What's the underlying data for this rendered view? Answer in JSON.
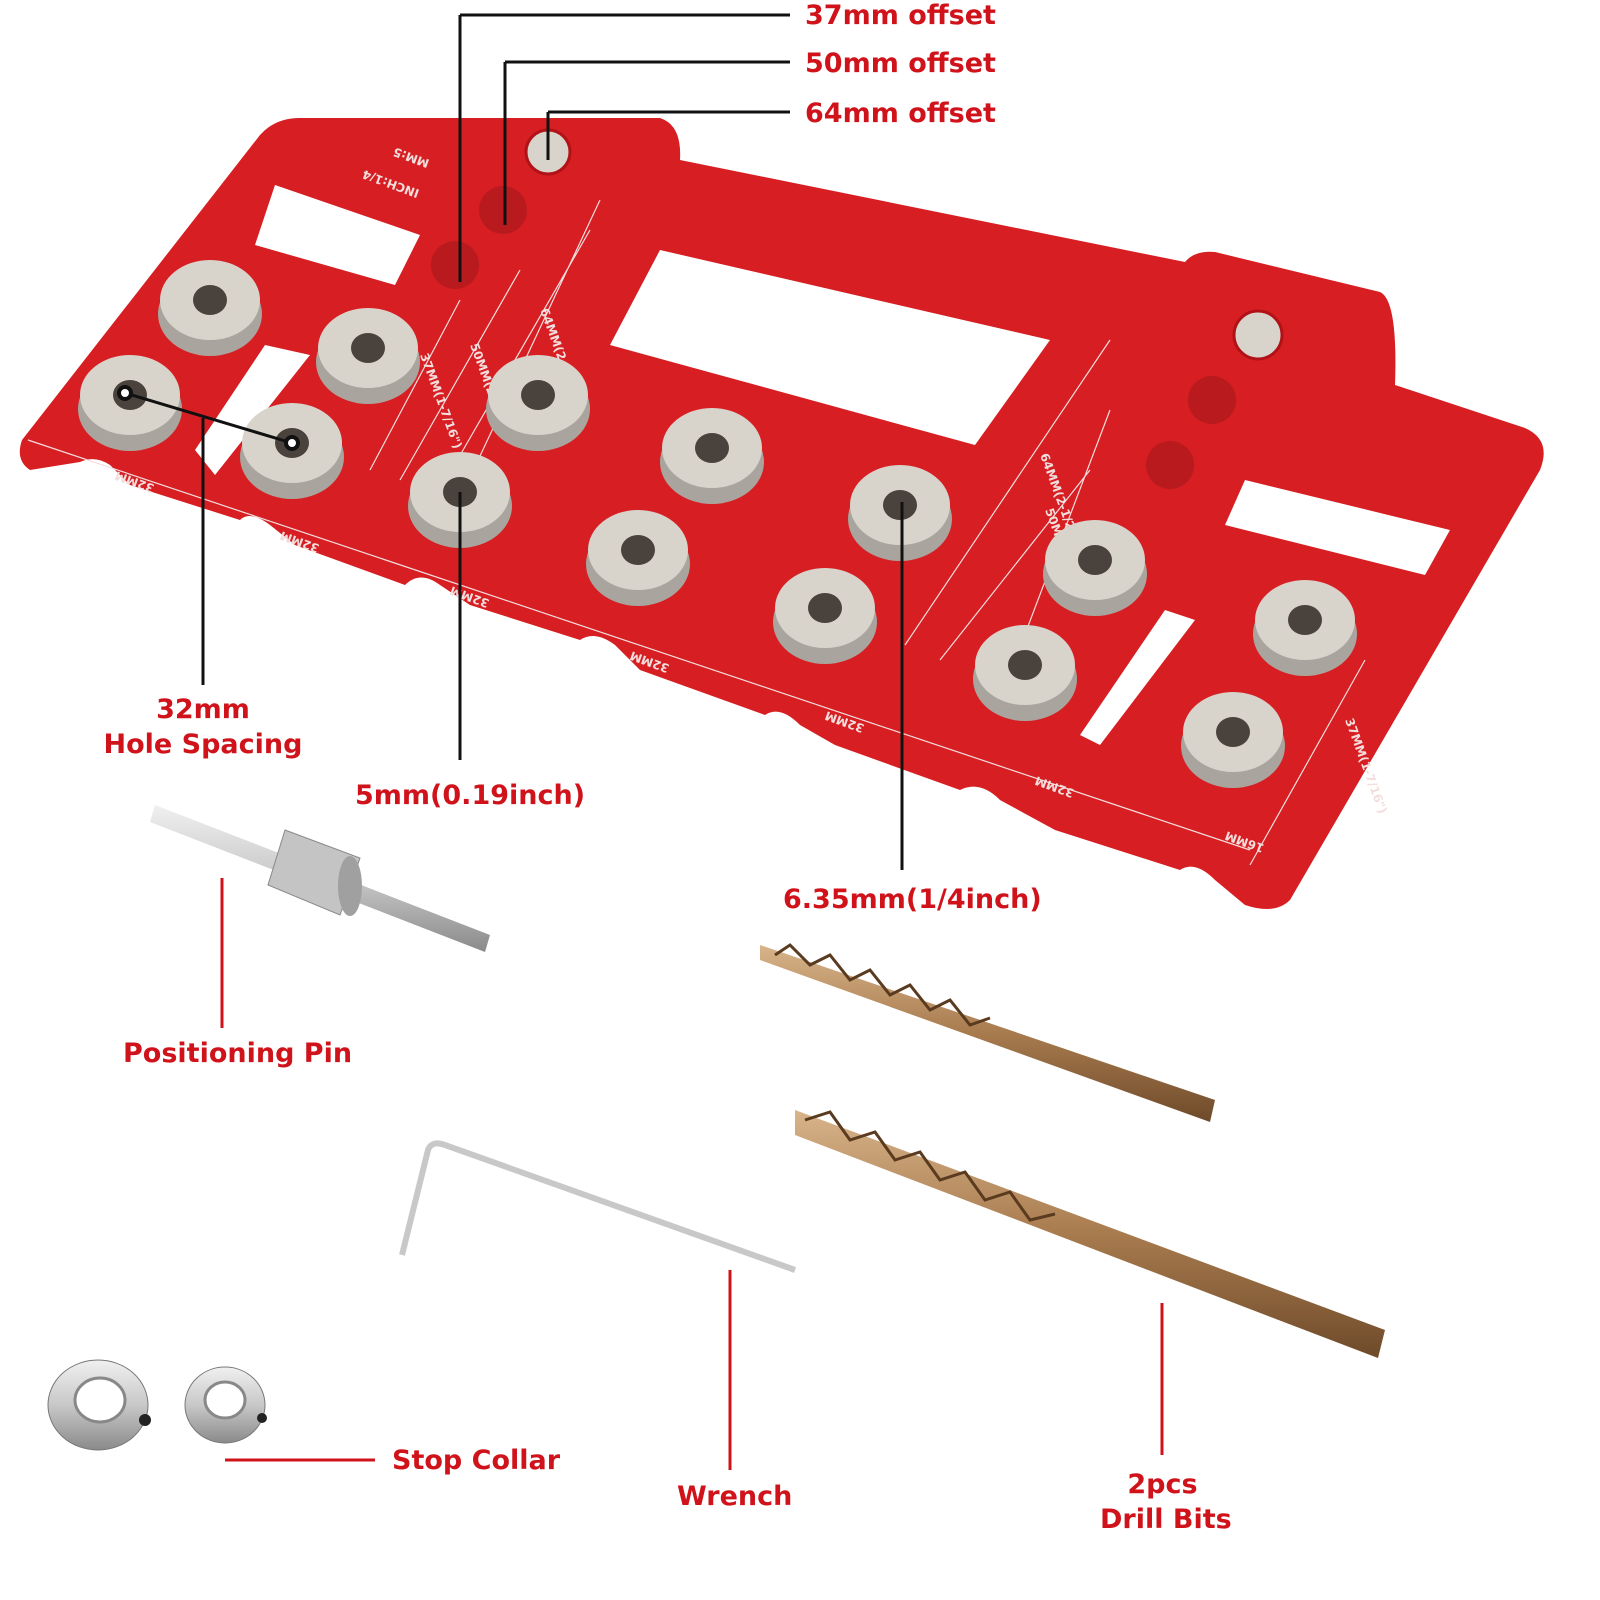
{
  "callouts": {
    "offset37": "37mm offset",
    "offset50": "50mm offset",
    "offset64": "64mm offset",
    "spacing_line1": "32mm",
    "spacing_line2": "Hole Spacing",
    "bushing5": "5mm(0.19inch)",
    "bushing635": "6.35mm(1/4inch)",
    "positioning_pin": "Positioning Pin",
    "stop_collar": "Stop Collar",
    "wrench": "Wrench",
    "drill_line1": "2pcs",
    "drill_line2": "Drill Bits"
  },
  "engraving": {
    "inch": "INCH:1/4",
    "mm": "MM:5",
    "dim37": "37MM(1-7/16\")",
    "dim50": "50MM(2\")",
    "dim64": "64MM(2-1/2\")",
    "dim32": "32MM",
    "dim16": "16MM"
  },
  "colors": {
    "jig": "#d71e22",
    "label": "#d0131b",
    "bushing": "#d8d4cc",
    "drill": "#b88a5c"
  }
}
